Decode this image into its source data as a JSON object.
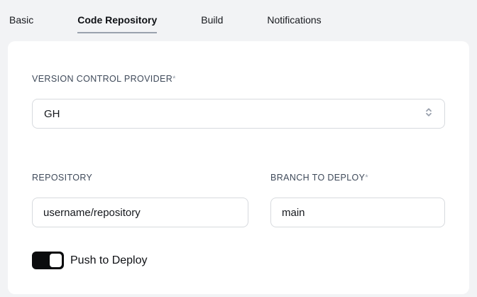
{
  "tabs": [
    {
      "label": "Basic",
      "active": false
    },
    {
      "label": "Code Repository",
      "active": true
    },
    {
      "label": "Build",
      "active": false
    },
    {
      "label": "Notifications",
      "active": false
    }
  ],
  "form": {
    "version_control": {
      "label": "VERSION CONTROL PROVIDER",
      "required_mark": "*",
      "value": "GH"
    },
    "repository": {
      "label": "REPOSITORY",
      "value": "username/repository"
    },
    "branch": {
      "label": "BRANCH TO DEPLOY",
      "required_mark": "*",
      "value": "main"
    },
    "push_to_deploy": {
      "label": "Push to Deploy",
      "enabled": true
    }
  },
  "icons": {
    "select_chevrons": "chevron-up-down-icon"
  },
  "colors": {
    "page_background": "#f2f3f5",
    "card_background": "#ffffff",
    "field_border": "#d7dade",
    "label_text": "#3f4a5a",
    "active_tab_underline": "#9aa2ae",
    "toggle_on": "#0b0c0e",
    "chevron_gray": "#9aa1ad"
  }
}
